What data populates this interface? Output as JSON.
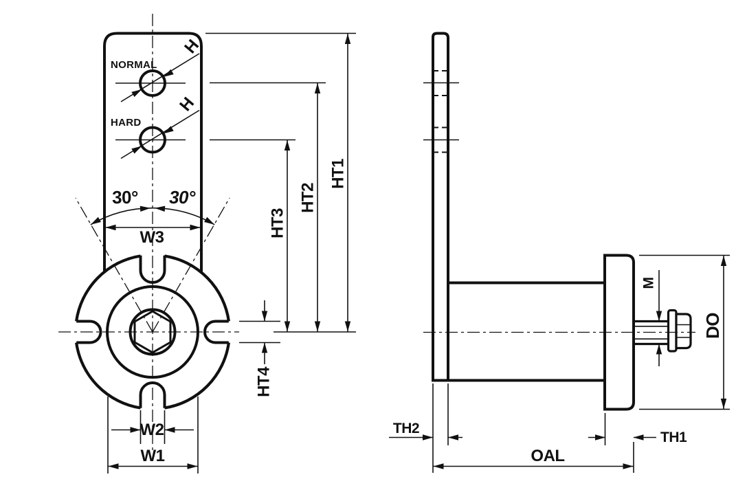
{
  "colors": {
    "background": "#ffffff",
    "line": "#111111"
  },
  "front_view": {
    "hole_labels": {
      "normal": "NORMAL",
      "hard": "HARD"
    },
    "dims": {
      "hole_normal": "H",
      "hole_hard": "H",
      "angle_left": "30°",
      "angle_right": "30°",
      "w3": "W3",
      "w2": "W2",
      "w1": "W1",
      "ht1": "HT1",
      "ht2": "HT2",
      "ht3": "HT3",
      "ht4": "HT4"
    }
  },
  "side_view": {
    "dims": {
      "th2": "TH2",
      "th1": "TH1",
      "oal": "OAL",
      "m": "M",
      "do": "DO"
    }
  }
}
